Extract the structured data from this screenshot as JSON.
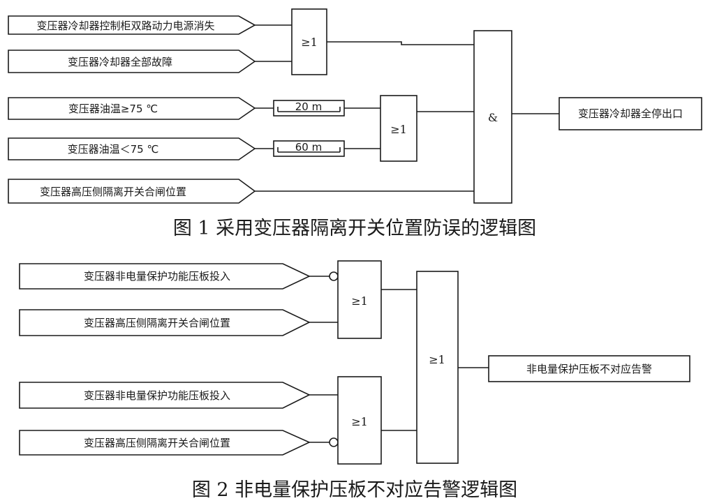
{
  "figure1": {
    "inputs": [
      "变压器冷却器控制柜双路动力电源消失",
      "变压器冷却器全部故障",
      "变压器油温≥75 ℃",
      "变压器油温＜75 ℃",
      "变压器高压侧隔离开关合闸位置"
    ],
    "timer_a": "20 m",
    "timer_b": "60 m",
    "or_gate_1": "≥1",
    "or_gate_2": "≥1",
    "and_gate": "&",
    "output": "变压器冷却器全停出口",
    "caption": "图 1 采用变压器隔离开关位置防误的逻辑图"
  },
  "figure2": {
    "inputs": [
      "变压器非电量保护功能压板投入",
      "变压器高压侧隔离开关合闸位置",
      "变压器非电量保护功能压板投入",
      "变压器高压侧隔离开关合闸位置"
    ],
    "or_gate_upper": "≥1",
    "or_gate_lower": "≥1",
    "or_gate_final": "≥1",
    "output": "非电量保护压板不对应告警",
    "caption": "图 2 非电量保护压板不对应告警逻辑图"
  }
}
